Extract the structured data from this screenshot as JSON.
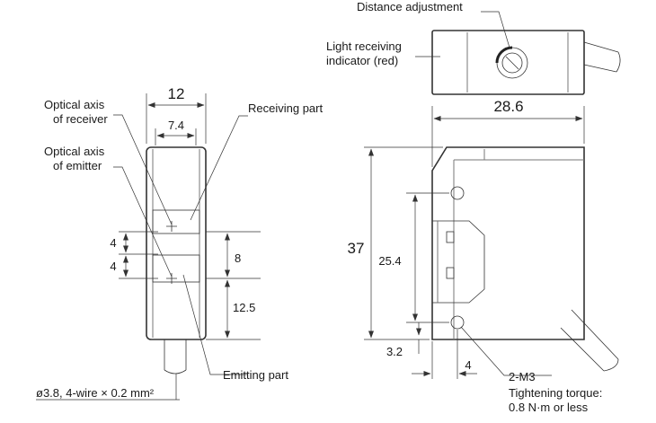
{
  "labels": {
    "distance_adjustment": "Distance adjustment",
    "light_receiving_1": "Light receiving",
    "light_receiving_2": "indicator (red)",
    "optical_axis_receiver_1": "Optical axis",
    "optical_axis_receiver_2": "of receiver",
    "optical_axis_emitter_1": "Optical axis",
    "optical_axis_emitter_2": "of emitter",
    "receiving_part": "Receiving part",
    "emitting_part": "Emitting part",
    "cable_spec": "ø3.8, 4-wire × 0.2 mm²",
    "screw": "2-M3",
    "torque_1": "Tightening torque:",
    "torque_2": "0.8 N·m or less"
  },
  "dimensions": {
    "width_12": "12",
    "width_7_4": "7.4",
    "gap_4_top": "4",
    "gap_4_bottom": "4",
    "dist_8": "8",
    "dist_12_5": "12.5",
    "width_28_6": "28.6",
    "height_37": "37",
    "height_25_4": "25.4",
    "offset_3_2": "3.2",
    "offset_4": "4"
  }
}
